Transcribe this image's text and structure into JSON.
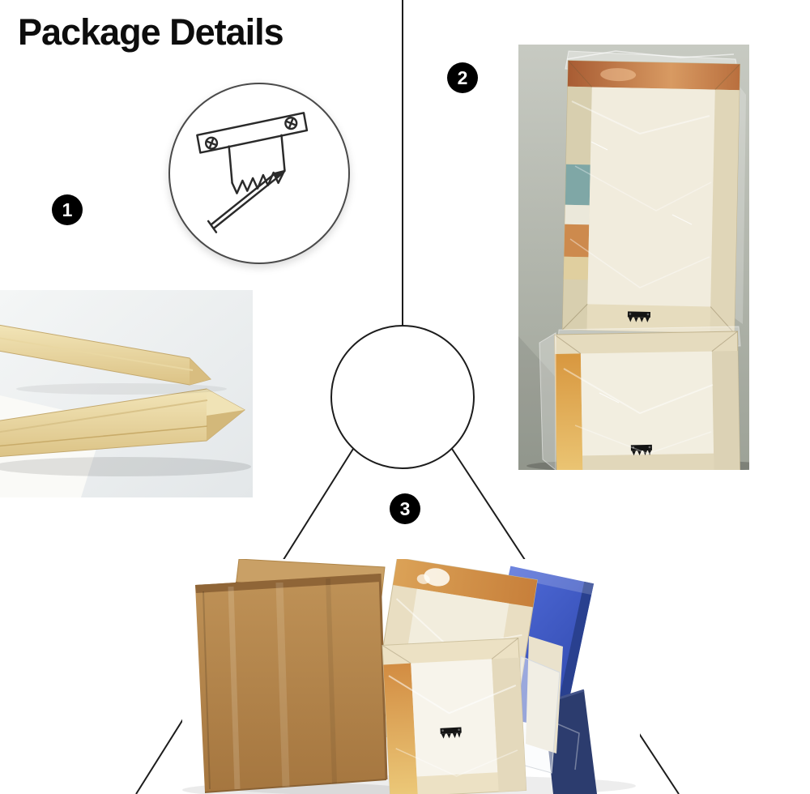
{
  "title": "Package Details",
  "steps": [
    {
      "number": "1",
      "name": "hanging-hardware"
    },
    {
      "number": "2",
      "name": "wrapped-stretcher-frames"
    },
    {
      "number": "3",
      "name": "boxed-package"
    }
  ],
  "icons": {
    "hanger": "sawtooth-hanger-icon"
  },
  "colors": {
    "page_bg": "#ffffff",
    "heading_text": "#0d0d0d",
    "divider_line": "#1c1c1c",
    "step_badge_bg": "#000000",
    "step_badge_text": "#ffffff",
    "pine_wood": "#e8d6a0",
    "cardboard": "#b5874e",
    "studio_backdrop": "#b0b5ab",
    "canvas_blue": "#3f5ecb"
  }
}
